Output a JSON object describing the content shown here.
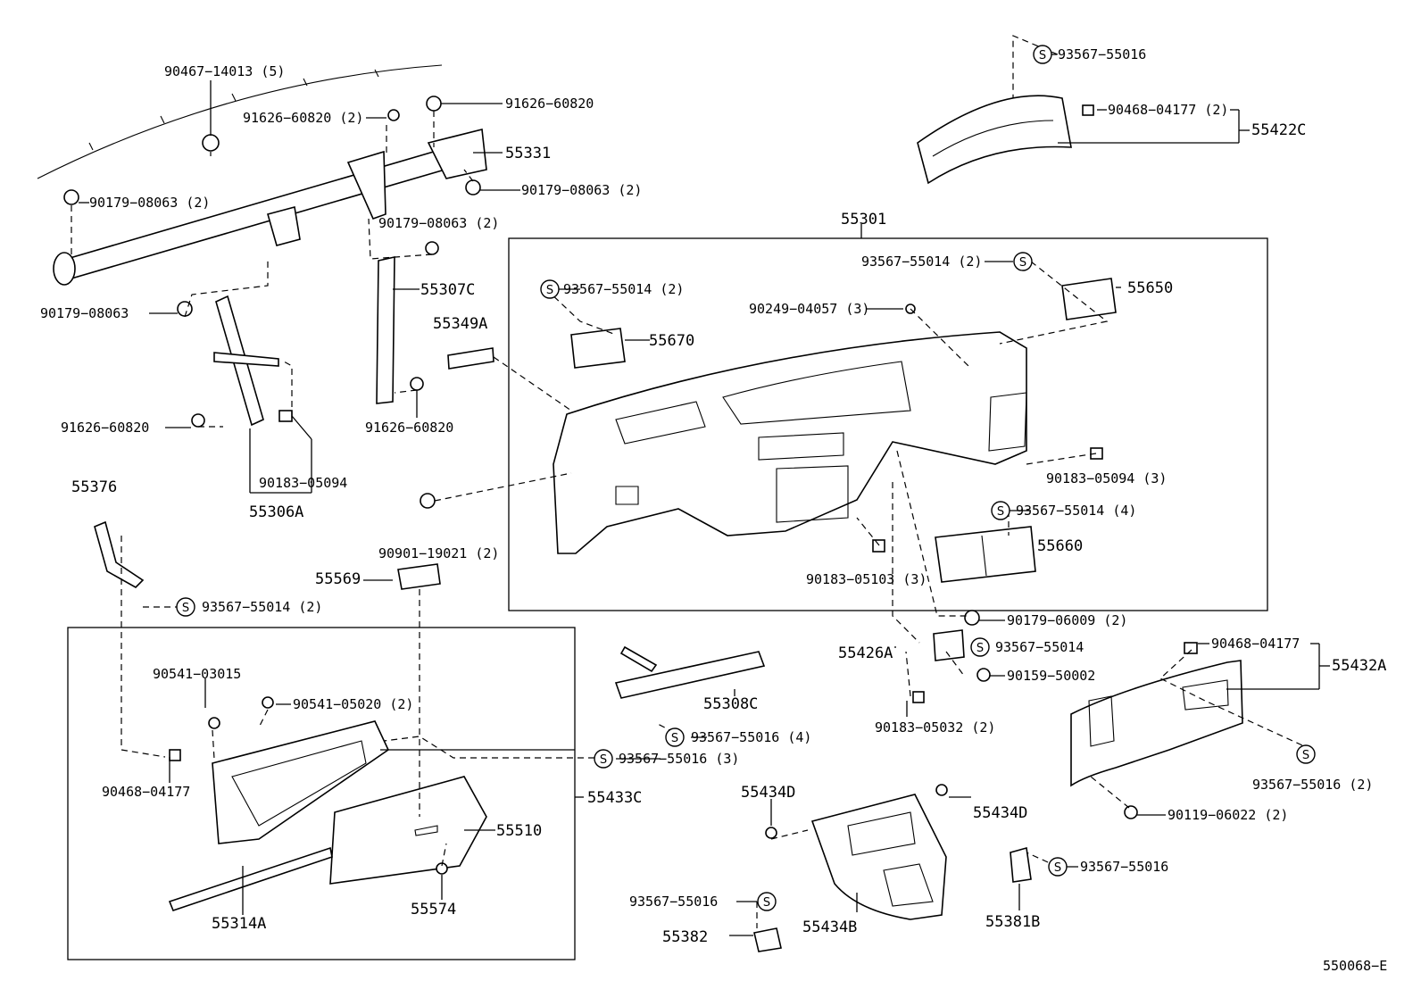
{
  "diagram_code": "550068−E",
  "s_mark": "S",
  "labels": {
    "p90467": "90467−14013 (5)",
    "p91626a": "91626−60820 (2)",
    "p91626b": "91626−60820",
    "p55331": "55331",
    "p90179a": "90179−08063 (2)",
    "p90179b": "90179−08063 (2)",
    "p90179c": "90179−08063 (2)",
    "p90179d": "90179−08063",
    "p55307C": "55307C",
    "p55349A": "55349A",
    "p91626c": "91626−60820",
    "p91626d": "91626−60820",
    "p90183a": "90183−05094",
    "p55306A": "55306A",
    "p55376": "55376",
    "p93567a": "93567−55014 (2)",
    "p55569": "55569",
    "p90901": "90901−19021 (2)",
    "p55301": "55301",
    "p93567b": "93567−55014 (2)",
    "p93567c": "93567−55014 (2)",
    "p55650": "55650",
    "p90249": "90249−04057 (3)",
    "p55670": "55670",
    "p90183b": "90183−05094 (3)",
    "p93567d": "93567−55014 (4)",
    "p55660": "55660",
    "p90183c": "90183−05103 (3)",
    "p93567e": "93567−55016",
    "p90468a": "90468−04177 (2)",
    "p55422C": "55422C",
    "p90179e": "90179−06009 (2)",
    "p93567f": "93567−55014",
    "p55426A": "55426A",
    "p90159": "90159−50002",
    "p90183d": "90183−05032 (2)",
    "p90468b": "90468−04177",
    "p55432A": "55432A",
    "p93567g": "93567−55016 (2)",
    "p90119": "90119−06022 (2)",
    "p55308C": "55308C",
    "p93567h": "93567−55016 (4)",
    "p93567i": "93567−55016 (3)",
    "p90541a": "90541−03015",
    "p90541b": "90541−05020 (2)",
    "p90468c": "90468−04177",
    "p55433C": "55433C",
    "p55510": "55510",
    "p55314A": "55314A",
    "p55574": "55574",
    "p55434Da": "55434D",
    "p55434Db": "55434D",
    "p55434B": "55434B",
    "p93567j": "93567−55016",
    "p55382": "55382",
    "p55381B": "55381B",
    "p93567k": "93567−55016"
  }
}
